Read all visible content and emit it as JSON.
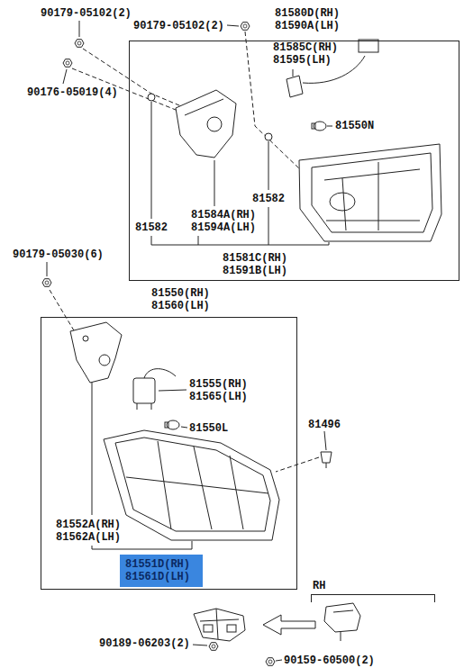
{
  "diagram": {
    "nodes": [
      {
        "text": [
          "81580D(RH) 81590A(LH)"
        ]
      },
      {
        "text": [
          "81550(RH) 81560(LH)"
        ]
      },
      {
        "text": [
          "81551D(RH) 81561D(LH)"
        ],
        "in": 1
      },
      {
        "text": [
          "RH"
        ]
      }
    ],
    "labels": [
      "90179-05102(2)",
      "90179-05102(2)",
      "81585C(RH) 81595(LH)",
      "90176-05019(4)",
      "81550N",
      "81582",
      "81584A(RH) 81594A(LH)",
      "81582",
      "81581C(RH) 81591B(LH)",
      "90179-05030(6)",
      "81555(RH) 81565(LH)",
      "81496",
      "81550L",
      "81552A(RH) 81562A(LH)",
      "90189-06203(2)",
      "90159-60500(2)"
    ]
  }
}
